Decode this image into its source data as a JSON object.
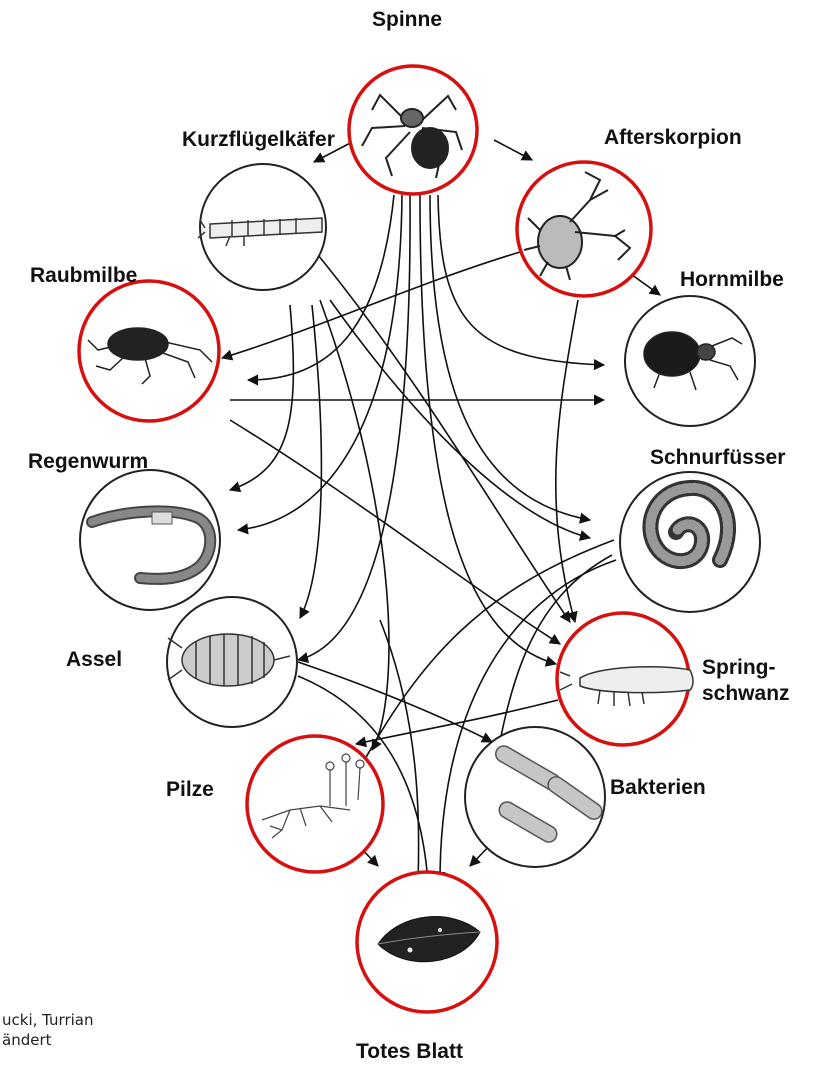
{
  "nodes": {
    "spinne": {
      "label": "Spinne",
      "highlighted": true,
      "icon": "spider-icon"
    },
    "kurzfluegelkaefer": {
      "label": "Kurzflügelkäfer",
      "highlighted": false,
      "icon": "rove-beetle-icon"
    },
    "afterskorpion": {
      "label": "Afterskorpion",
      "highlighted": true,
      "icon": "pseudoscorpion-icon"
    },
    "raubmilbe": {
      "label": "Raubmilbe",
      "highlighted": true,
      "icon": "predatory-mite-icon"
    },
    "hornmilbe": {
      "label": "Hornmilbe",
      "highlighted": false,
      "icon": "oribatid-mite-icon"
    },
    "regenwurm": {
      "label": "Regenwurm",
      "highlighted": false,
      "icon": "earthworm-icon"
    },
    "schnurfuesser": {
      "label": "Schnurfüsser",
      "highlighted": false,
      "icon": "millipede-icon"
    },
    "assel": {
      "label": "Assel",
      "highlighted": false,
      "icon": "woodlouse-icon"
    },
    "springschwanz": {
      "label_line1": "Spring-",
      "label_line2": "schwanz",
      "highlighted": true,
      "icon": "springtail-icon"
    },
    "pilze": {
      "label": "Pilze",
      "highlighted": true,
      "icon": "fungi-icon"
    },
    "bakterien": {
      "label": "Bakterien",
      "highlighted": false,
      "icon": "bacteria-icon"
    },
    "totes_blatt": {
      "label": "Totes Blatt",
      "highlighted": true,
      "icon": "dead-leaf-icon"
    }
  },
  "credit": {
    "line1": "ucki, Turrian",
    "line2": "ändert"
  },
  "colors": {
    "highlight_ring": "#d60f0f",
    "ring": "#222222",
    "arrow": "#111111"
  }
}
